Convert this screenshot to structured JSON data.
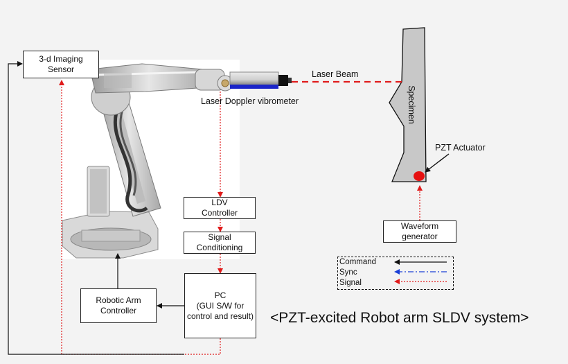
{
  "boxes": {
    "imaging_sensor": "3-d Imaging\nSensor",
    "ldv_controller": "LDV\nController",
    "signal_conditioning": "Signal\nConditioning",
    "pc": "PC\n(GUI S/W for\ncontrol and result)",
    "robotic_arm_controller": "Robotic Arm\nController",
    "waveform_generator": "Waveform\ngenerator"
  },
  "labels": {
    "laser_beam": "Laser Beam",
    "laser_doppler_vibrometer": "Laser Doppler vibrometer",
    "specimen": "Specimen",
    "pzt_actuator": "PZT Actuator"
  },
  "legend": {
    "command": "Command",
    "sync": "Sync",
    "signal": "Signal"
  },
  "caption": "<PZT-excited Robot arm SLDV system>",
  "colors": {
    "signal": "#e01b1b",
    "sync": "#1a3fd6",
    "command": "#111111",
    "laser_head": "#1a24c8",
    "specimen_fill": "#c8c8c8",
    "actuator": "#e61010"
  }
}
